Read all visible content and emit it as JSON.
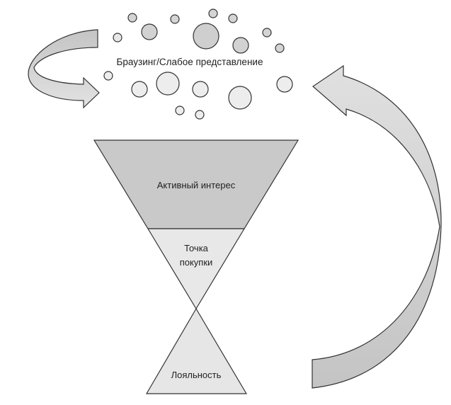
{
  "diagram": {
    "title": "",
    "browsing_label": "Браузинг/Слабое представление",
    "stages": [
      {
        "id": "active-interest",
        "label": "Активный интерес"
      },
      {
        "id": "point-of-purchase",
        "label_line1": "Точка",
        "label_line2": "покупки"
      },
      {
        "id": "loyalty",
        "label": "Лояльность"
      }
    ],
    "colors": {
      "dark_fill": "#c8c8c8",
      "light_fill": "#e6e6e6",
      "bubble_light": "#eeeeee",
      "bubble_dark": "#d0d0d0",
      "stroke": "#333333"
    },
    "arrows": [
      {
        "id": "browsing-loop",
        "direction": "loop-back-to-browsing"
      },
      {
        "id": "loyalty-return",
        "direction": "loyalty-to-browsing"
      }
    ]
  }
}
